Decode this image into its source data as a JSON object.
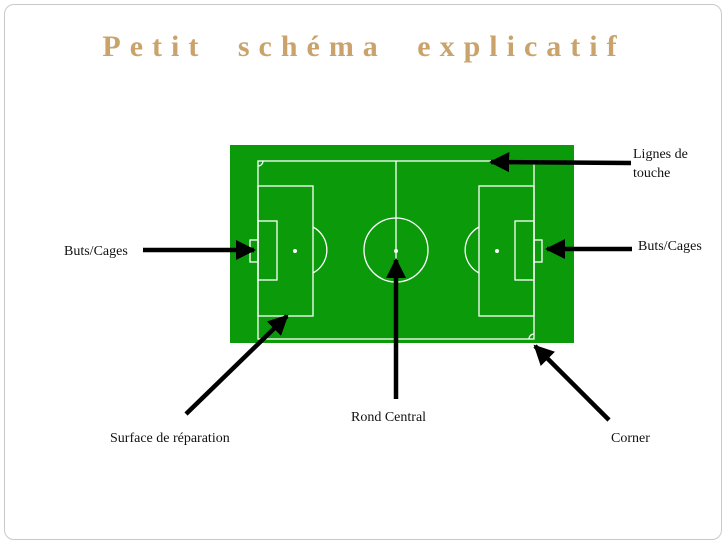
{
  "title": "Petit schéma explicatif",
  "labels": {
    "lignes_de_touche": [
      "Lignes de",
      "touche"
    ],
    "buts_cages_left": "Buts/Cages",
    "buts_cages_right": "Buts/Cages",
    "surface_de_reparation": "Surface de réparation",
    "rond_central": "Rond Central",
    "corner": "Corner"
  },
  "colors": {
    "pitch": "#0a9a0a",
    "lines": "#ffffff",
    "arrows": "#000000",
    "title": "#caa36c"
  }
}
